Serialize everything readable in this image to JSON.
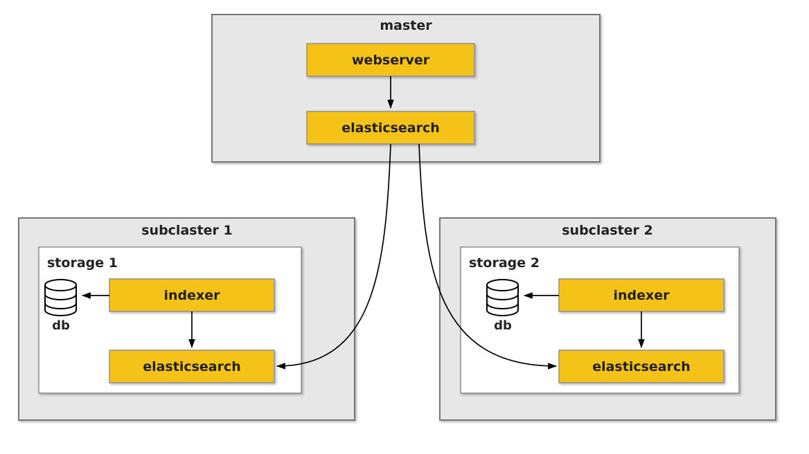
{
  "diagram": {
    "master": {
      "label": "master",
      "webserver_label": "webserver",
      "elasticsearch_label": "elasticsearch"
    },
    "subclusters": [
      {
        "label": "subclaster 1",
        "storage_label": "storage 1",
        "db_label": "db",
        "indexer_label": "indexer",
        "elasticsearch_label": "elasticsearch"
      },
      {
        "label": "subclaster 2",
        "storage_label": "storage 2",
        "db_label": "db",
        "indexer_label": "indexer",
        "elasticsearch_label": "elasticsearch"
      }
    ],
    "edges": [
      {
        "from": "master.webserver",
        "to": "master.elasticsearch"
      },
      {
        "from": "master.elasticsearch",
        "to": "subclaster 1.elasticsearch"
      },
      {
        "from": "master.elasticsearch",
        "to": "subclaster 2.elasticsearch"
      },
      {
        "from": "subclaster 1.indexer",
        "to": "subclaster 1.db"
      },
      {
        "from": "subclaster 1.indexer",
        "to": "subclaster 1.elasticsearch"
      },
      {
        "from": "subclaster 2.indexer",
        "to": "subclaster 2.db"
      },
      {
        "from": "subclaster 2.indexer",
        "to": "subclaster 2.elasticsearch"
      }
    ],
    "colors": {
      "node_fill": "#f5c318",
      "node_border": "#919191",
      "container_fill": "#e7e7e7",
      "container_border": "#757575",
      "storage_fill": "#ffffff",
      "storage_border": "#8f8f8f",
      "arrow": "#000000",
      "text": "#222222"
    }
  }
}
